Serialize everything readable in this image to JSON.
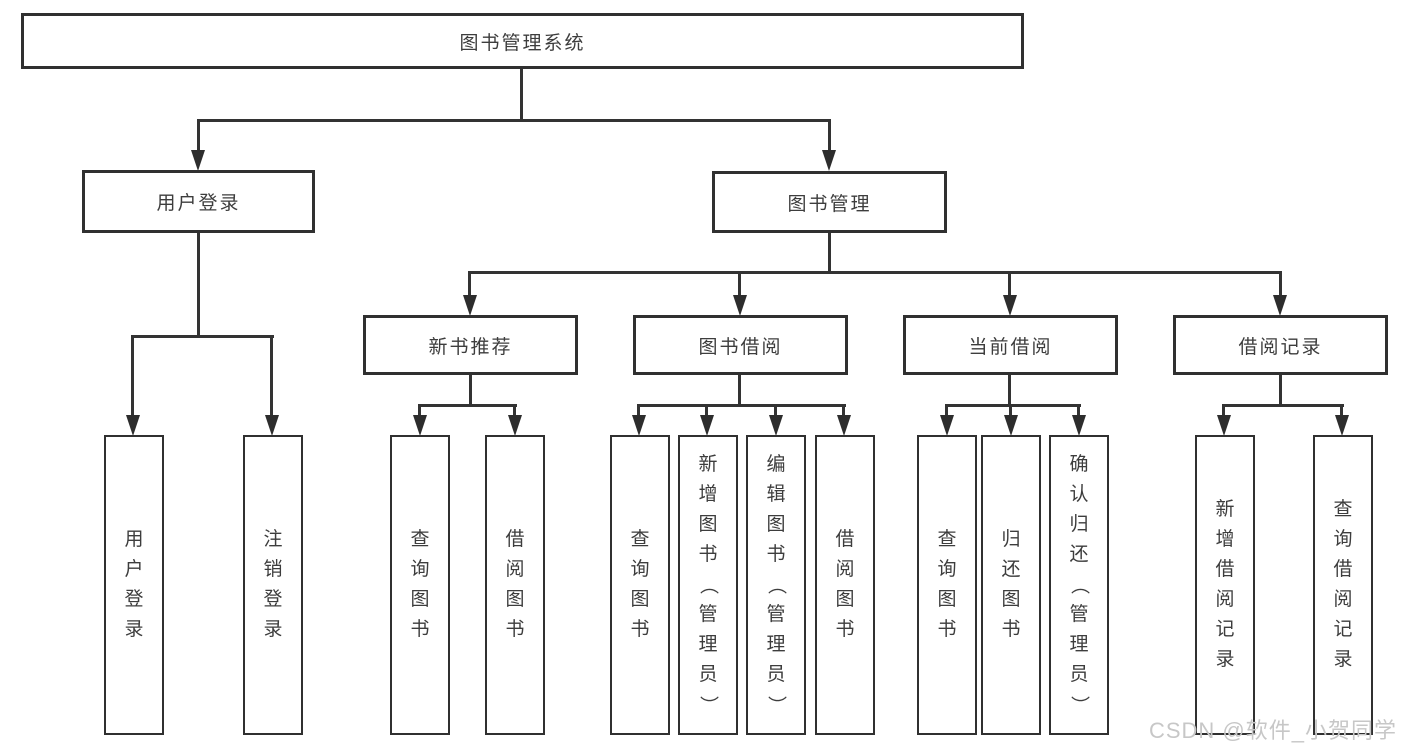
{
  "diagram": {
    "type": "hierarchy-tree",
    "orientation": "top-down",
    "tree": {
      "label": "图书管理系统",
      "children": [
        {
          "label": "用户登录",
          "children": [
            {
              "label": "用户登录"
            },
            {
              "label": "注销登录"
            }
          ]
        },
        {
          "label": "图书管理",
          "children": [
            {
              "label": "新书推荐",
              "children": [
                {
                  "label": "查询图书"
                },
                {
                  "label": "借阅图书"
                }
              ]
            },
            {
              "label": "图书借阅",
              "children": [
                {
                  "label": "查询图书"
                },
                {
                  "label": "新增图书（管理员）"
                },
                {
                  "label": "编辑图书（管理员）"
                },
                {
                  "label": "借阅图书"
                }
              ]
            },
            {
              "label": "当前借阅",
              "children": [
                {
                  "label": "查询图书"
                },
                {
                  "label": "归还图书"
                },
                {
                  "label": "确认归还（管理员）"
                }
              ]
            },
            {
              "label": "借阅记录",
              "children": [
                {
                  "label": "新增借阅记录"
                },
                {
                  "label": "查询借阅记录"
                }
              ]
            }
          ]
        }
      ]
    },
    "colors": {
      "box_border": "#303030",
      "connector": "#333333",
      "text": "#3d3d3d",
      "background": "#ffffff",
      "watermark_text_color": "#c7c7c7"
    }
  },
  "watermark": "CSDN @软件_小贺同学"
}
